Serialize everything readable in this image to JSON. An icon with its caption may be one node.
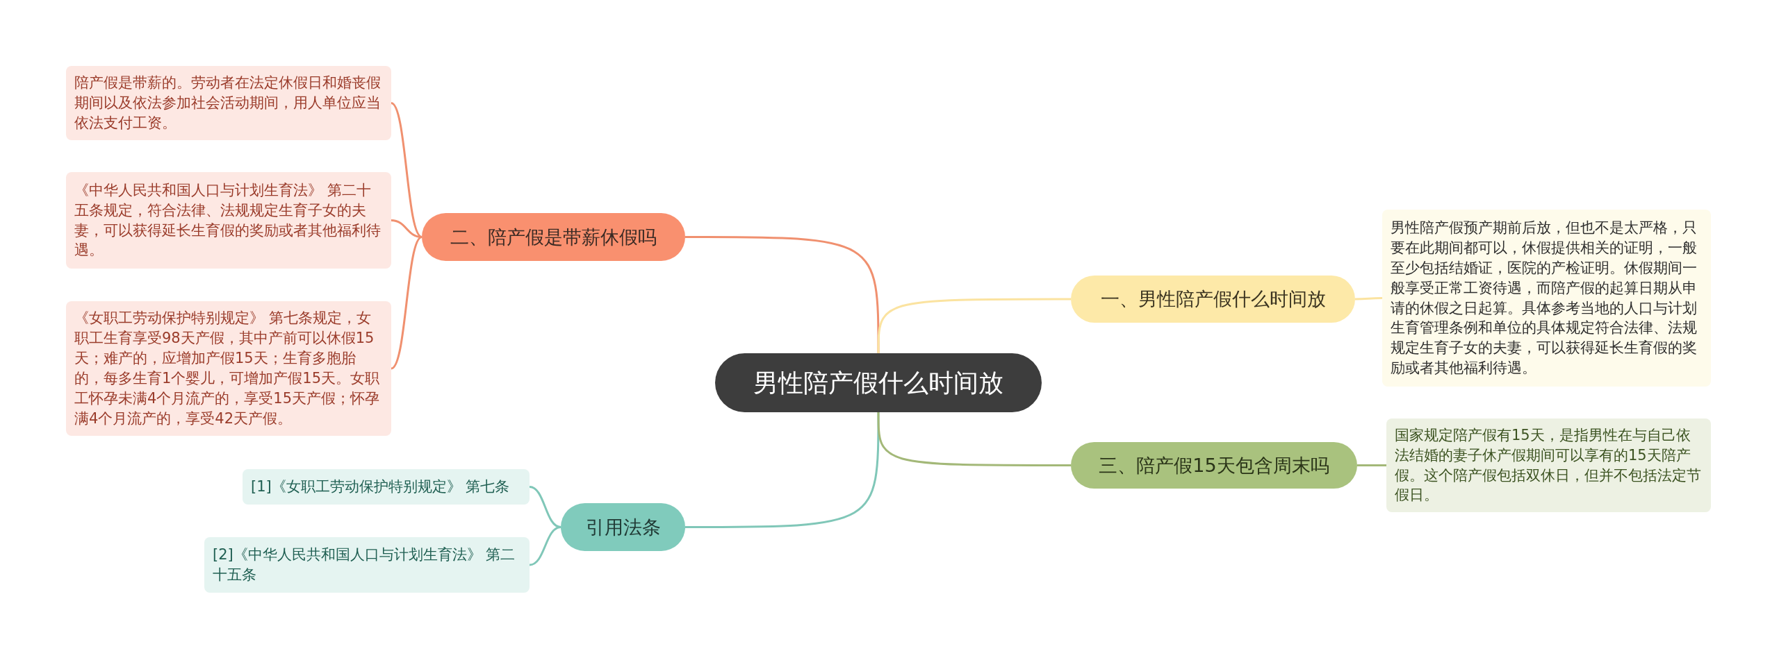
{
  "diagram": {
    "nodes": [
      {
        "text": [
          "男性陪产假什么时间放"
        ]
      },
      {
        "text": [
          "二、陪产假是带薪休假吗"
        ]
      },
      {
        "text": [
          "陪产假是带薪的。劳动者在法定休假日和婚丧假期间以及依法参加社会活动期间，用人单位应当依法支付工资。"
        ]
      },
      {
        "text": [
          "《中华人民共和国人口与计划生育法》 第二十五条规定，符合法律、法规规定生育子女的夫妻，可以获得延长生育假的奖励或者其他福利待遇。"
        ]
      },
      {
        "text": [
          "《女职工劳动保护特别规定》 第七条规定，女职工生育享受98天产假，其中产前可以休假15天；难产的，应增加产假15天；生育多胞胎的，每多生育1个婴儿，可增加产假15天。女职工怀孕未满4个月流产的，享受15天产假；怀孕满4个月流产的，享受42天产假。"
        ]
      },
      {
        "text": [
          "引用法条"
        ]
      },
      {
        "text": [
          "[1]《女职工劳动保护特别规定》 第七条"
        ]
      },
      {
        "text": [
          "[2]《中华人民共和国人口与计划生育法》 第二十五条"
        ]
      },
      {
        "text": [
          "一、男性陪产假什么时间放"
        ]
      },
      {
        "text": [
          "男性陪产假预产期前后放，但也不是太严格，只要在此期间都可以，休假提供相关的证明，一般至少包括结婚证，医院的产检证明。休假期间一般享受正常工资待遇，而陪产假的起算日期从申请的休假之日起算。具体参考当地的人口与计划生育管理条例和单位的具体规定符合法律、法规规定生育子女的夫妻，可以获得延长生育假的奖励或者其他福利待遇。"
        ]
      },
      {
        "text": [
          "三、陪产假15天包含周末吗"
        ]
      },
      {
        "text": [
          "国家规定陪产假有15天，是指男性在与自己依法结婚的妻子休产假期间可以享有的15天陪产假。这个陪产假包括双休日，但并不包括法定节假日。"
        ]
      }
    ],
    "edges": [
      {
        "from": 0,
        "to": 1,
        "arrow": "none",
        "color": "#f0906f"
      },
      {
        "from": 1,
        "to": 2,
        "arrow": "none",
        "color": "#f0906f"
      },
      {
        "from": 1,
        "to": 3,
        "arrow": "none",
        "color": "#f0906f"
      },
      {
        "from": 1,
        "to": 4,
        "arrow": "none",
        "color": "#f0906f"
      },
      {
        "from": 0,
        "to": 5,
        "arrow": "none",
        "color": "#80c7b8"
      },
      {
        "from": 5,
        "to": 6,
        "arrow": "none",
        "color": "#80c7b8"
      },
      {
        "from": 5,
        "to": 7,
        "arrow": "none",
        "color": "#80c7b8"
      },
      {
        "from": 0,
        "to": 8,
        "arrow": "none",
        "color": "#fbe3a0"
      },
      {
        "from": 8,
        "to": 9,
        "arrow": "none",
        "color": "#fbe3a0"
      },
      {
        "from": 0,
        "to": 10,
        "arrow": "none",
        "color": "#a3b878"
      },
      {
        "from": 10,
        "to": 11,
        "arrow": "none",
        "color": "#a3b878"
      }
    ]
  }
}
